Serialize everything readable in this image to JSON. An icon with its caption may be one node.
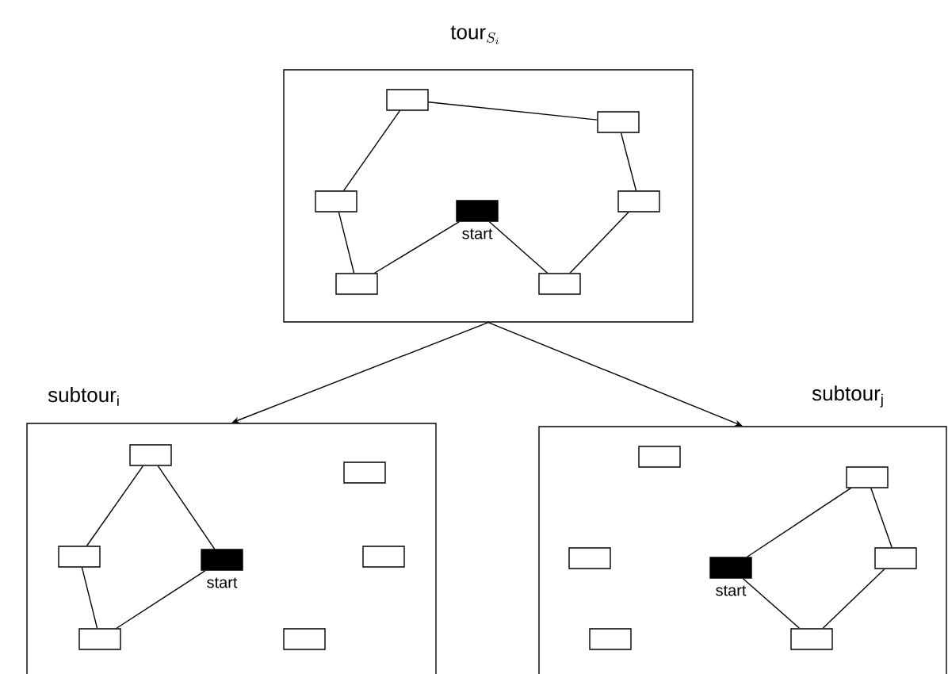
{
  "diagram": {
    "nodes": [
      {
        "text": [
          "\\mathrm{tour}_{S_i}"
        ]
      },
      {
        "text": [],
        "shape": "box",
        "in": 0
      },
      {
        "text": [],
        "shape": "box",
        "in": 0
      },
      {
        "text": [],
        "shape": "box",
        "in": 0
      },
      {
        "text": [],
        "shape": "box",
        "in": 0
      },
      {
        "text": [],
        "shape": "box",
        "in": 0,
        "beside": [
          "start"
        ]
      },
      {
        "text": [],
        "shape": "box",
        "in": 0
      },
      {
        "text": [],
        "shape": "box",
        "in": 0
      },
      {
        "text": [
          "subtour$_{i}$"
        ]
      },
      {
        "text": [],
        "shape": "box",
        "in": 8
      },
      {
        "text": [],
        "shape": "box",
        "in": 8
      },
      {
        "text": [],
        "shape": "box",
        "in": 8
      },
      {
        "text": [],
        "shape": "box",
        "in": 8,
        "beside": [
          "start"
        ]
      },
      {
        "text": [],
        "shape": "box",
        "in": 8
      },
      {
        "text": [],
        "shape": "box",
        "in": 8
      },
      {
        "text": [],
        "shape": "box",
        "in": 8
      },
      {
        "text": [
          "subtour$_{j}$"
        ]
      },
      {
        "text": [],
        "shape": "box",
        "in": 16
      },
      {
        "text": [],
        "shape": "box",
        "in": 16
      },
      {
        "text": [],
        "shape": "box",
        "in": 16
      },
      {
        "text": [],
        "shape": "box",
        "in": 16,
        "beside": [
          "start"
        ]
      },
      {
        "text": [],
        "shape": "box",
        "in": 16
      },
      {
        "text": [],
        "shape": "box",
        "in": 16
      },
      {
        "text": [],
        "shape": "box",
        "in": 16
      }
    ],
    "edges": [
      {
        "from": 1,
        "to": 2,
        "arrow": "none"
      },
      {
        "from": 2,
        "to": 4,
        "arrow": "none"
      },
      {
        "from": 4,
        "to": 7,
        "arrow": "none"
      },
      {
        "from": 7,
        "to": 5,
        "arrow": "none"
      },
      {
        "from": 5,
        "to": 6,
        "arrow": "none"
      },
      {
        "from": 6,
        "to": 3,
        "arrow": "none"
      },
      {
        "from": 3,
        "to": 1,
        "arrow": "none"
      },
      {
        "from": 9,
        "to": 11,
        "arrow": "none"
      },
      {
        "from": 11,
        "to": 14,
        "arrow": "none"
      },
      {
        "from": 14,
        "to": 12,
        "arrow": "none"
      },
      {
        "from": 12,
        "to": 9,
        "arrow": "none"
      },
      {
        "from": 20,
        "to": 18,
        "arrow": "none"
      },
      {
        "from": 18,
        "to": 21,
        "arrow": "none"
      },
      {
        "from": 21,
        "to": 23,
        "arrow": "none"
      },
      {
        "from": 23,
        "to": 20,
        "arrow": "none"
      },
      {
        "from": 0,
        "to": 8,
        "arrow": "to"
      },
      {
        "from": 0,
        "to": 16,
        "arrow": "to"
      }
    ]
  }
}
